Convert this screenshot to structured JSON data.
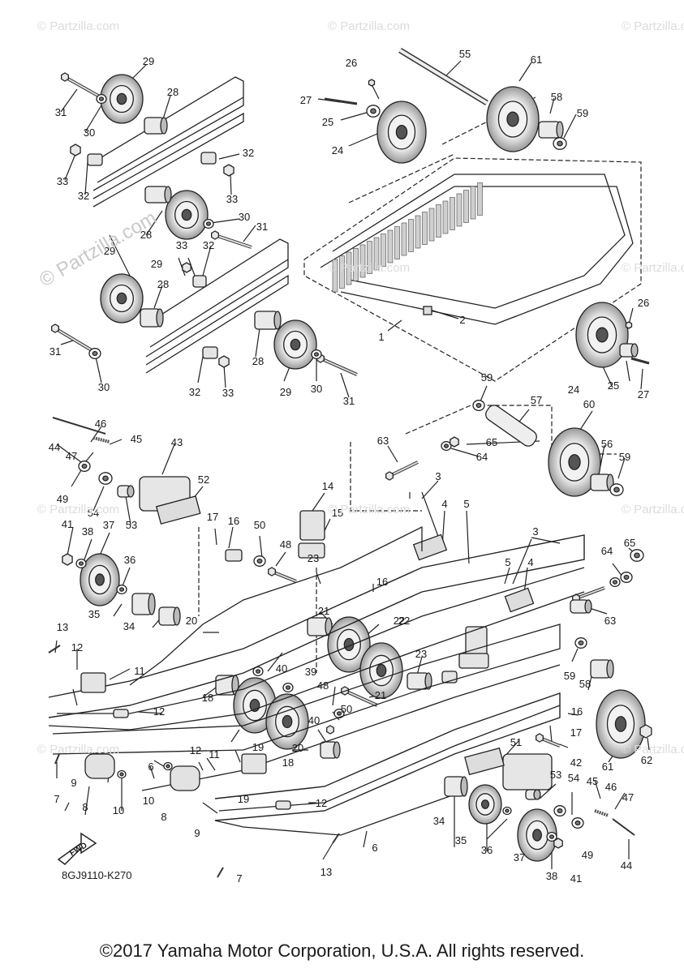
{
  "watermark": {
    "small": "© Partzilla.com",
    "big": "© Partzilla.com"
  },
  "diagram_code": "8GJ9110-K270",
  "fwd_label": "FWD",
  "copyright": "©2017 Yamaha Motor Corporation, U.S.A. All rights reserved.",
  "callouts": [
    "1",
    "2",
    "3",
    "4",
    "5",
    "6",
    "7",
    "8",
    "9",
    "10",
    "11",
    "12",
    "13",
    "14",
    "15",
    "16",
    "17",
    "18",
    "19",
    "20",
    "21",
    "22",
    "23",
    "24",
    "25",
    "26",
    "27",
    "28",
    "29",
    "30",
    "31",
    "32",
    "33",
    "34",
    "35",
    "36",
    "37",
    "38",
    "39",
    "40",
    "41",
    "42",
    "43",
    "44",
    "45",
    "46",
    "47",
    "48",
    "49",
    "50",
    "51",
    "52",
    "53",
    "54",
    "55",
    "56",
    "57",
    "58",
    "59",
    "60",
    "61",
    "62",
    "63",
    "64",
    "65"
  ]
}
